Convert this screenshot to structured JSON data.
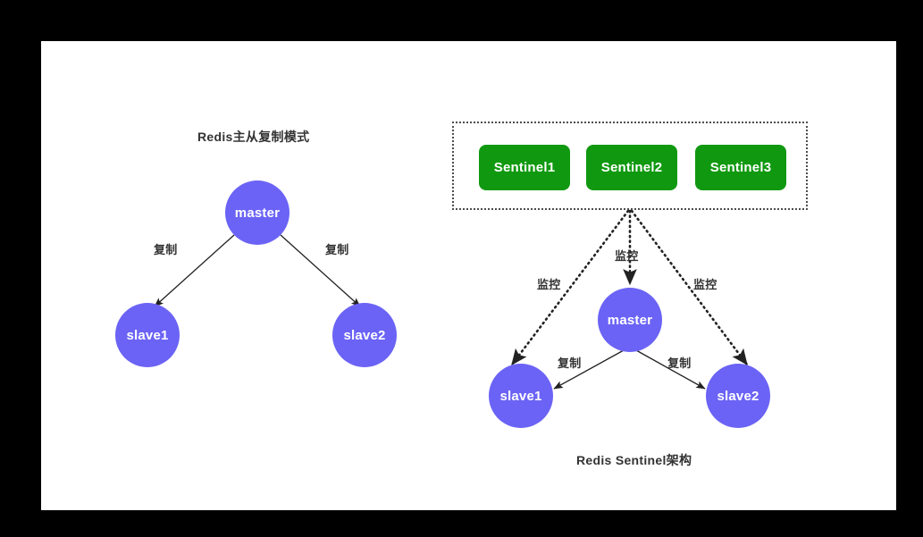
{
  "canvas": {
    "background_color": "#ffffff",
    "page_background_color": "#000000"
  },
  "theme": {
    "node_fill": "#6b63f5",
    "node_text_color": "#ffffff",
    "sentinel_fill": "#109910",
    "sentinel_text_color": "#ffffff",
    "group_border_color": "#4d4d4d",
    "edge_color": "#222222",
    "label_color": "#333333"
  },
  "left_diagram": {
    "title": "Redis主从复制模式",
    "nodes": {
      "master": "master",
      "slave1": "slave1",
      "slave2": "slave2"
    },
    "edge_labels": {
      "replicate_left": "复制",
      "replicate_right": "复制"
    }
  },
  "right_diagram": {
    "title": "Redis Sentinel架构",
    "sentinels": [
      {
        "label": "Sentinel1"
      },
      {
        "label": "Sentinel2"
      },
      {
        "label": "Sentinel3"
      }
    ],
    "nodes": {
      "master": "master",
      "slave1": "slave1",
      "slave2": "slave2"
    },
    "edge_labels": {
      "monitor_left": "监控",
      "monitor_center": "监控",
      "monitor_right": "监控",
      "replicate_left": "复制",
      "replicate_right": "复制"
    }
  }
}
